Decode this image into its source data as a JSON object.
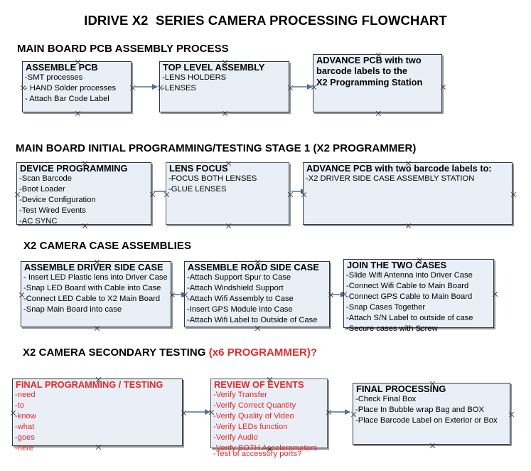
{
  "document": {
    "title": "IDRIVE X2  SERIES CAMERA PROCESSING FLOWCHART"
  },
  "colors": {
    "box_fill": "#e9eef7",
    "box_border": "#33383d",
    "arrow": "#4a6fa5",
    "accent_red": "#e02b2b",
    "text": "#000000"
  },
  "sections": [
    {
      "heading": "MAIN BOARD PCB ASSEMBLY PROCESS",
      "heading_accent": "",
      "boxes": [
        {
          "title": "ASSEMBLE PCB",
          "lines": [
            "-SMT processes",
            "- HAND Solder processes",
            "- Attach Bar Code Label"
          ],
          "color": "black"
        },
        {
          "title": "TOP LEVEL ASSEMBLY",
          "lines": [
            "-LENS HOLDERS",
            "-LENSES"
          ],
          "color": "black"
        },
        {
          "title": "ADVANCE PCB with two",
          "title_lines": [
            "ADVANCE PCB with two",
            "barcode labels to the",
            " X2 Programming Station"
          ],
          "lines": [],
          "color": "black"
        }
      ]
    },
    {
      "heading": "MAIN BOARD INITIAL PROGRAMMING/TESTING STAGE 1 (X2 PROGRAMMER)",
      "heading_accent": "",
      "boxes": [
        {
          "title": "DEVICE PROGRAMMING",
          "lines": [
            "-Scan Barcode",
            "-Boot Loader",
            "-Device Configuration",
            "-Test Wired Events",
            "-AC SYNC"
          ],
          "color": "black"
        },
        {
          "title": "LENS FOCUS",
          "lines": [
            "-FOCUS BOTH LENSES",
            "-GLUE LENSES"
          ],
          "color": "black"
        },
        {
          "title": "ADVANCE PCB with two barcode labels to:",
          "lines": [
            "-X2 DRIVER  SIDE  CASE  ASSEMBLY STATION"
          ],
          "color": "black"
        }
      ]
    },
    {
      "heading": "X2 CAMERA CASE ASSEMBLIES",
      "heading_accent": "",
      "boxes": [
        {
          "title": "ASSEMBLE DRIVER SIDE CASE",
          "lines": [
            "- Insert LED Plastic lens into Driver Case",
            "-Snap LED Board with Cable into Case",
            "-Connect LED Cable to X2 Main Board",
            "-Snap Main Board into case"
          ],
          "color": "black"
        },
        {
          "title": "ASSEMBLE ROAD SIDE CASE",
          "lines": [
            "-Attach Support Spur to Case",
            "-Attach Windshield Support",
            "-Attach Wifi Assembly to Case",
            "-Insert GPS Module into Case",
            "-Attach Wifi Label to Outside of Case"
          ],
          "color": "black"
        },
        {
          "title": "JOIN THE TWO CASES",
          "lines": [
            "-Slide Wifi Antenna into Driver Case",
            "-Connect Wifi Cable to Main Board",
            "-Connect GPS Cable to Main Board",
            "-Snap Cases Together",
            "-Attach S/N Label to outside of case",
            "-Secure cases with Screw"
          ],
          "color": "black"
        }
      ]
    },
    {
      "heading": "X2 CAMERA SECONDARY TESTING ",
      "heading_accent": "(x6 PROGRAMMER)?",
      "boxes": [
        {
          "title": "FINAL PROGRAMMING / TESTING",
          "lines": [
            "-need",
            "-to",
            "-know",
            "-what",
            "-goes",
            "-here"
          ],
          "color": "red"
        },
        {
          "title": "REVIEW OF EVENTS",
          "lines": [
            "-Verify Transfer",
            "-Verify Correct Quantity",
            "-Verify Quality of Video",
            "-Verify LEDs function",
            "-Verify Audio",
            "-Verify BOTH Accelerometers"
          ],
          "overflow_line": "-Test of accessory ports?",
          "color": "red"
        },
        {
          "title": "FINAL PROCESSING",
          "lines": [
            " -Check Final Box",
            "-Place In Bubble wrap Bag and BOX",
            "-Place Barcode Label on Exterior or Box"
          ],
          "color": "black"
        }
      ]
    }
  ]
}
